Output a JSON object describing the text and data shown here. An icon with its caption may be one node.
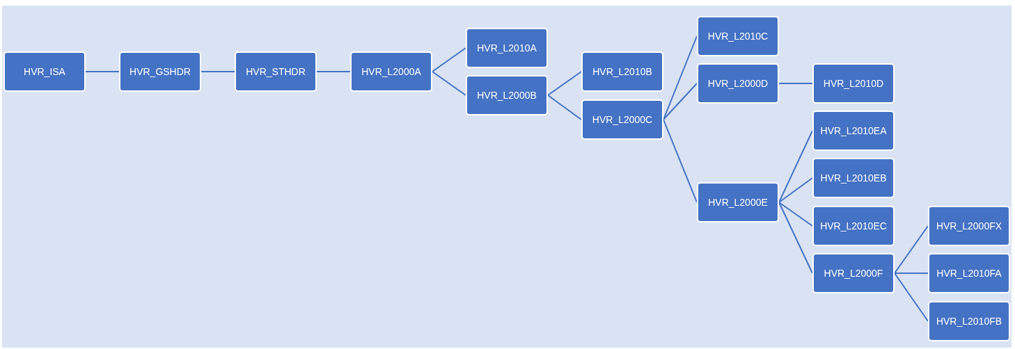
{
  "diagram": {
    "nodes": [
      {
        "text": [
          "HVR_ISA"
        ]
      },
      {
        "text": [
          "HVR_GSHDR"
        ]
      },
      {
        "text": [
          "HVR_STHDR"
        ]
      },
      {
        "text": [
          "HVR_L2000A"
        ]
      },
      {
        "text": [
          "HVR_L2010A"
        ]
      },
      {
        "text": [
          "HVR_L2000B"
        ]
      },
      {
        "text": [
          "HVR_L2010B"
        ]
      },
      {
        "text": [
          "HVR_L2000C"
        ]
      },
      {
        "text": [
          "HVR_L2010C"
        ]
      },
      {
        "text": [
          "HVR_L2000D"
        ]
      },
      {
        "text": [
          "HVR_L2010D"
        ]
      },
      {
        "text": [
          "HVR_L2000E"
        ]
      },
      {
        "text": [
          "HVR_L2010EA"
        ]
      },
      {
        "text": [
          "HVR_L2010EB"
        ]
      },
      {
        "text": [
          "HVR_L2010EC"
        ]
      },
      {
        "text": [
          "HVR_L2000F"
        ]
      },
      {
        "text": [
          "HVR_L2000FX"
        ]
      },
      {
        "text": [
          "HVR_L2010FA"
        ]
      },
      {
        "text": [
          "HVR_L2010FB"
        ]
      }
    ],
    "edges": [
      {
        "from": 0,
        "to": 1,
        "arrow": "none"
      },
      {
        "from": 1,
        "to": 2,
        "arrow": "none"
      },
      {
        "from": 2,
        "to": 3,
        "arrow": "none"
      },
      {
        "from": 3,
        "to": 4,
        "arrow": "none"
      },
      {
        "from": 3,
        "to": 5,
        "arrow": "none"
      },
      {
        "from": 5,
        "to": 6,
        "arrow": "none"
      },
      {
        "from": 5,
        "to": 7,
        "arrow": "none"
      },
      {
        "from": 7,
        "to": 8,
        "arrow": "none"
      },
      {
        "from": 7,
        "to": 9,
        "arrow": "none"
      },
      {
        "from": 9,
        "to": 10,
        "arrow": "none"
      },
      {
        "from": 7,
        "to": 11,
        "arrow": "none"
      },
      {
        "from": 11,
        "to": 12,
        "arrow": "none"
      },
      {
        "from": 11,
        "to": 13,
        "arrow": "none"
      },
      {
        "from": 11,
        "to": 14,
        "arrow": "none"
      },
      {
        "from": 11,
        "to": 15,
        "arrow": "none"
      },
      {
        "from": 15,
        "to": 16,
        "arrow": "none"
      },
      {
        "from": 15,
        "to": 17,
        "arrow": "none"
      },
      {
        "from": 15,
        "to": 18,
        "arrow": "none"
      }
    ]
  }
}
